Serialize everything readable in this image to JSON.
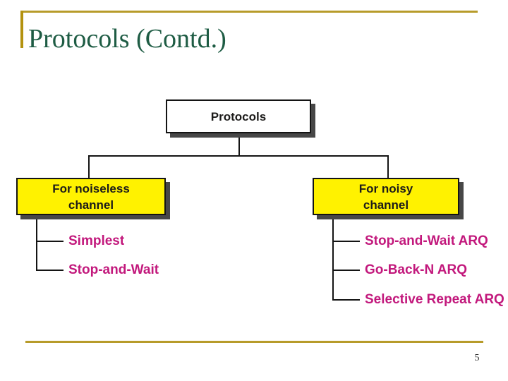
{
  "title": "Protocols (Contd.)",
  "page_number": "5",
  "colors": {
    "accent_gold": "#b79b2a",
    "title_green": "#1e5c44",
    "leaf_magenta": "#c2187c",
    "box_yellow": "#fff200",
    "box_shadow": "#474747",
    "line_black": "#141414"
  },
  "diagram": {
    "root": {
      "label": "Protocols"
    },
    "branches": [
      {
        "box_lines": [
          "For noiseless",
          "channel"
        ],
        "leaves": [
          "Simplest",
          "Stop-and-Wait"
        ]
      },
      {
        "box_lines": [
          "For noisy",
          "channel"
        ],
        "leaves": [
          "Stop-and-Wait ARQ",
          "Go-Back-N ARQ",
          "Selective Repeat ARQ"
        ]
      }
    ]
  }
}
